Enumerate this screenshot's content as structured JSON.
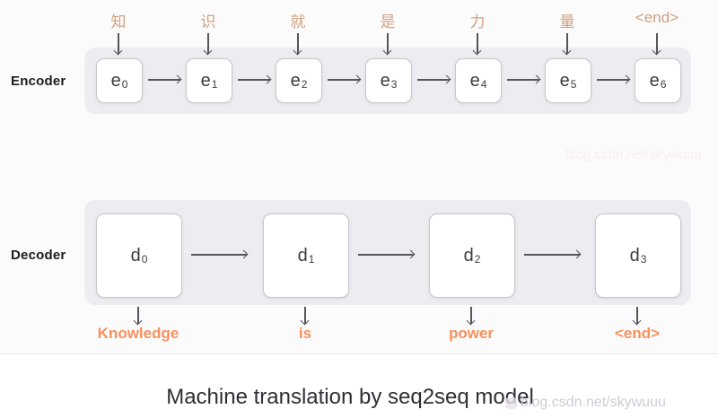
{
  "colors": {
    "diagram_background": "#fcfbfc",
    "track_background": "#edecf0",
    "cell_border": "#c7c7cc",
    "cell_text": "#3c3c40",
    "arrow": "#55565a",
    "input_token_tan": "#cfa080",
    "output_word_orange": "#f7915c",
    "caption_text": "#2e2f33",
    "watermark_gray": "#c9cdd6"
  },
  "encoder": {
    "label": "Encoder",
    "tokens": [
      "知",
      "识",
      "就",
      "是",
      "力",
      "量",
      "<end>"
    ],
    "units": [
      {
        "base": "e",
        "sub": "0"
      },
      {
        "base": "e",
        "sub": "1"
      },
      {
        "base": "e",
        "sub": "2"
      },
      {
        "base": "e",
        "sub": "3"
      },
      {
        "base": "e",
        "sub": "4"
      },
      {
        "base": "e",
        "sub": "5"
      },
      {
        "base": "e",
        "sub": "6"
      }
    ]
  },
  "decoder": {
    "label": "Decoder",
    "units": [
      {
        "base": "d",
        "sub": "0"
      },
      {
        "base": "d",
        "sub": "1"
      },
      {
        "base": "d",
        "sub": "2"
      },
      {
        "base": "d",
        "sub": "3"
      }
    ],
    "outputs": [
      "Knowledge",
      "is",
      "power",
      "<end>"
    ]
  },
  "caption": "Machine translation by seq2seq model",
  "watermark": {
    "text": "blog.csdn.net/skywuuu"
  }
}
